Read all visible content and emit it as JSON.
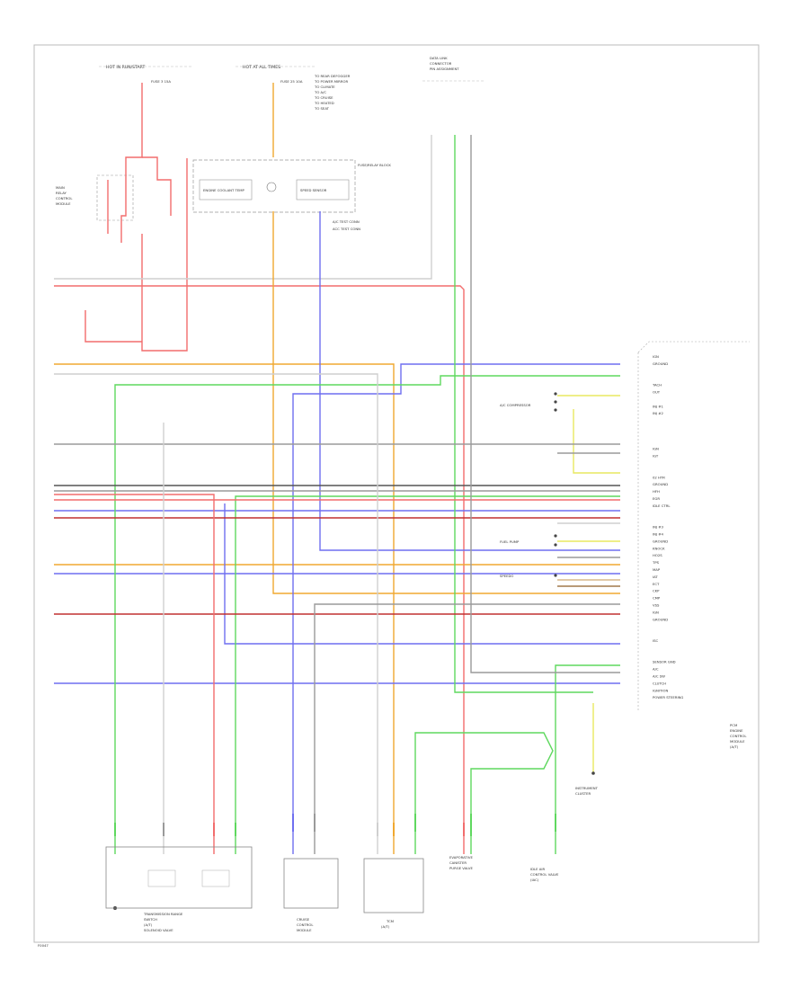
{
  "wire_colors": {
    "red": "#f26d6d",
    "orange": "#f0a830",
    "blue": "#6f6ff0",
    "green": "#5fd85f",
    "yellow": "#e8e860",
    "gray": "#9a9a9a",
    "darkgray": "#555555",
    "lightgray": "#cfcfcf",
    "darkred": "#c03030",
    "brown": "#a0784a",
    "tan": "#d9b98a"
  },
  "footer_code": "F0047",
  "top_fuses": [
    {
      "title": "HOT IN RUN/START",
      "fuse": "FUSE 3 15A"
    },
    {
      "title": "HOT AT ALL TIMES",
      "fuse": "FUSE 25 10A"
    }
  ],
  "fuse_notes": [
    "TO REAR DEFOGGER",
    "TO POWER MIRROR",
    "TO CLIMATE",
    "TO A/C",
    "TO CRUISE",
    "TO HEATED",
    "TO SEAT"
  ],
  "top_right_block": {
    "lines": [
      "DATA LINK",
      "CONNECTOR",
      "PIN ASSIGNMENT"
    ]
  },
  "fuse_block_label": "FUSE/RELAY BLOCK",
  "hot_test_labels": [
    "A/C TEST CONN",
    "ACC TEST CONN"
  ],
  "left_relay_labels": [
    "MAIN",
    "RELAY",
    "CONTROL",
    "MODULE"
  ],
  "inner_box_labels": [
    "ENGINE COOLANT TEMP",
    "SPEED SENSOR"
  ],
  "right_pin_labels": [
    "IGN",
    "GROUND",
    "",
    "",
    "TACH",
    "OUT",
    "",
    "INJ #1",
    "INJ #2",
    "",
    "",
    "",
    "",
    "IGN",
    "IGT",
    "",
    "",
    "02 HTR",
    "GROUND",
    "HFH",
    "EGR",
    "IDLE CTRL",
    "",
    "",
    "INJ #3",
    "INJ #4",
    "GROUND",
    "KNOCK",
    "HO2S",
    "TPS",
    "MAP",
    "IAT",
    "ECT",
    "CKP",
    "CMP",
    "VSS",
    "IGN",
    "GROUND",
    "",
    "",
    "ISC",
    "",
    "",
    "SENSOR GND",
    "A/C",
    "A/C SW",
    "CLUTCH",
    "IGNITION",
    "POWER STEERING"
  ],
  "right_module": {
    "lines": [
      "PCM",
      "ENGINE",
      "CONTROL",
      "MODULE",
      "(A/T)"
    ]
  },
  "side_notes": [
    {
      "text": "A/C COMPRESSOR"
    },
    {
      "text": "FUEL PUMP"
    },
    {
      "text": "SPEEDO"
    }
  ],
  "bottom_components": [
    {
      "lines": [
        "TRANSMISSION RANGE",
        "SWITCH",
        "(A/T)",
        "SOLENOID VALVE"
      ]
    },
    {
      "lines": [
        "CRUISE",
        "CONTROL",
        "MODULE"
      ]
    },
    {
      "lines": [
        "TCM",
        "(A/T)"
      ]
    },
    {
      "lines": [
        "EVAPORATIVE",
        "CANISTER",
        "PURGE VALVE"
      ]
    },
    {
      "lines": [
        "IDLE AIR",
        "CONTROL VALVE",
        "(IAC)"
      ]
    },
    {
      "lines": [
        "INSTRUMENT",
        "CLUSTER"
      ]
    }
  ]
}
